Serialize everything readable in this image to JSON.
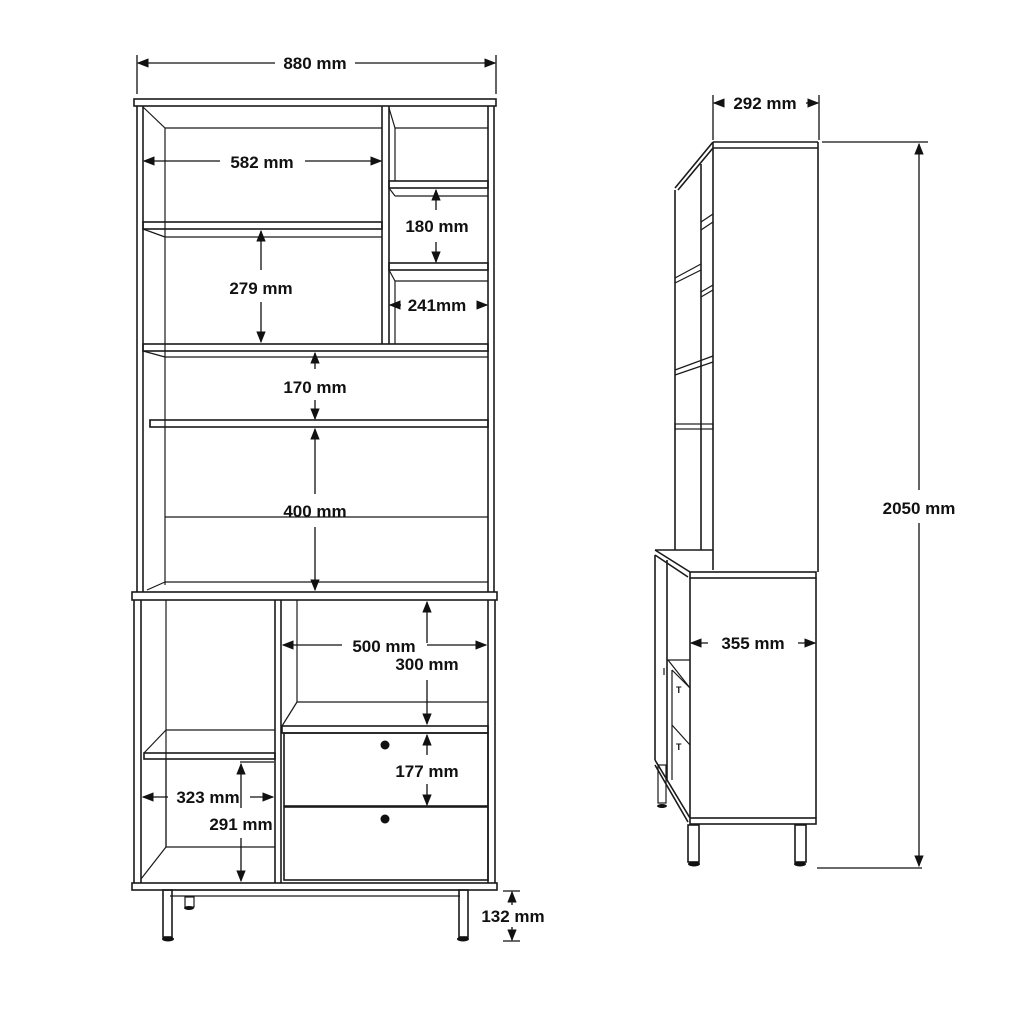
{
  "diagram": {
    "type": "furniture-dimension-drawing",
    "views": [
      "front-view",
      "side-view"
    ],
    "line_color": "#1a1a1a",
    "background": "#ffffff",
    "front_view": {
      "overall_width": "880 mm",
      "upper_left_width": "582 mm",
      "upper_right_compartment_height": "180 mm",
      "upper_left_shelf_height": "279 mm",
      "upper_right_compartment_width": "241mm",
      "middle_shelf_height": "170 mm",
      "lower_open_shelf_height": "400 mm",
      "base_right_width": "500 mm",
      "base_right_open_height": "300 mm",
      "drawer_height": "177 mm",
      "base_left_width": "323 mm",
      "base_left_bottom_height": "291 mm",
      "leg_height": "132 mm"
    },
    "side_view": {
      "upper_depth": "292 mm",
      "overall_height": "2050 mm",
      "base_depth": "355 mm"
    }
  }
}
